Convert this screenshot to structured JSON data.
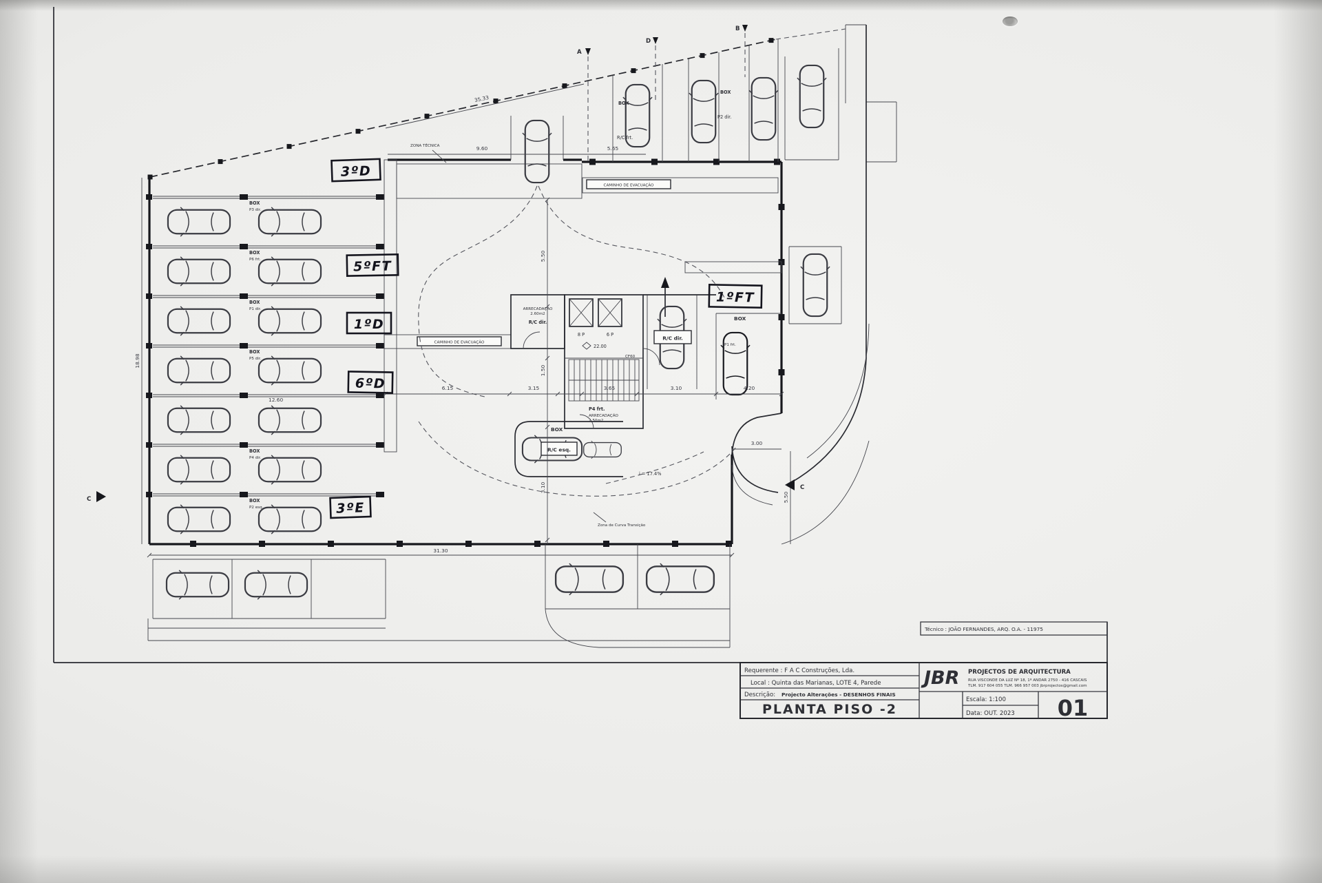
{
  "plan": {
    "box_label": "BOX",
    "zona_tecnica": "ZONA TÉCNICA",
    "caminho_evacuacao": "CAMINHO DE EVACUAÇÃO",
    "stall_codes": {
      "r1": "P3 dir.",
      "r2": "P6 frt.",
      "r3": "P1 dir.",
      "r4": "P5 dir.",
      "r6": "P4 dir.",
      "r7": "P2 esq."
    },
    "unit_labels": {
      "rc_frt": "R/C frt.",
      "p2_dir": "P2 dir.",
      "p1_frt": "P1 frt.",
      "rc_dir": "R/C dir.",
      "rc_dir2": "R/C dir.",
      "rc_esq": "R/C esq.",
      "p4_frt": "P4 frt."
    },
    "rooms": {
      "arrecadacao_1": "ARRECADAÇÃO",
      "arrecadacao_1_area": "2.60m2",
      "arrecadacao_2": "ARRECADAÇÃO",
      "arrecadacao_2_area": "2.50m2"
    },
    "lifts": {
      "lift_1": "8 P",
      "lift_2": "6 P"
    },
    "notes": {
      "cf60": "CF60",
      "level": "22.00",
      "slope": "i = 17.4%",
      "curva": "Zona de Curva Transição"
    },
    "handwritten": {
      "n1": "3ºD",
      "n2": "5ºFT",
      "n3": "1ºD",
      "n4": "6ºD",
      "n5": "3ºE",
      "n6": "1ºFT"
    },
    "markers": {
      "a": "A",
      "b": "B",
      "c": "C",
      "d": "D"
    },
    "dims": {
      "top_total": "35.33",
      "top_a": "9.60",
      "top_b": "5.65",
      "bottom_total": "31.30",
      "left_total": "18.98",
      "row_width": "12.60",
      "mid_1": "6.15",
      "mid_2": "3.15",
      "mid_3": "3.65",
      "mid_4": "3.10",
      "mid_5": "4.20",
      "v_1": "5.50",
      "v_2": "1.50",
      "v_3": "3.10",
      "right_h": "3.00",
      "right_v": "5.50"
    }
  },
  "titleblock": {
    "tecnico": "Técnico : JOÃO FERNANDES, ARQ.   O.A. - 11975",
    "firm_name": "JBR",
    "firm_tagline": "PROJECTOS DE ARQUITECTURA",
    "firm_address": "RUA VISCONDE DA LUZ Nº 18, 1º ANDAR   2750 - 416  CASCAIS",
    "firm_contacts": "TLM. 917 604 055   TLM. 966 957 003   jbrprojectos@gmail.com",
    "requerente": "Requerente : F A C Construções, Lda.",
    "local": "Local : Quinta das Marianas, LOTE 4, Parede",
    "descricao_label": "Descrição:",
    "descricao_value": "Projecto Alterações - DESENHOS FINAIS",
    "drawing_title": "PLANTA PISO -2",
    "escala": "Escala: 1:100",
    "data": "Data: OUT. 2023",
    "sheet_number": "01"
  }
}
